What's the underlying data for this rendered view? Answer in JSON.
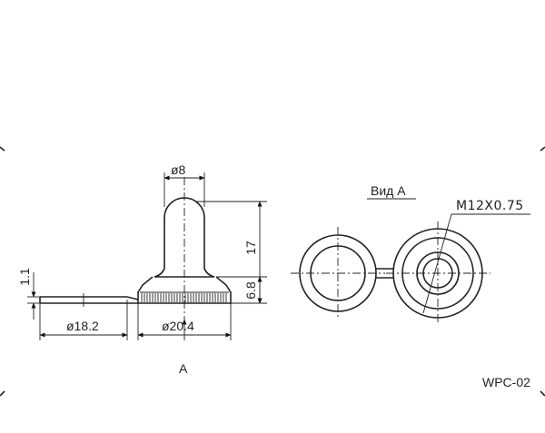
{
  "dimensions": {
    "top_diameter": "ø8",
    "height_total": "17",
    "height_base": "6.8",
    "thickness": "1.1",
    "tab_diameter": "ø18.2",
    "base_diameter": "ø20.4"
  },
  "view_marker": "A",
  "view_title": "Вид А",
  "thread": "M12X0.75",
  "part_code": "WPC-02"
}
